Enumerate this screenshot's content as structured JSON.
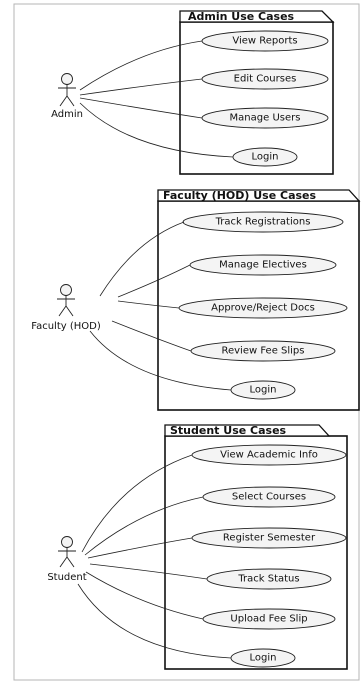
{
  "packages": [
    {
      "title": "Admin Use Cases",
      "actor": "Admin",
      "use_cases": [
        "View Reports",
        "Edit Courses",
        "Manage Users",
        "Login"
      ]
    },
    {
      "title": "Faculty (HOD) Use Cases",
      "actor": "Faculty (HOD)",
      "use_cases": [
        "Track Registrations",
        "Manage Electives",
        "Approve/Reject Docs",
        "Review Fee Slips",
        "Login"
      ]
    },
    {
      "title": "Student Use Cases",
      "actor": "Student",
      "use_cases": [
        "View Academic Info",
        "Select Courses",
        "Register Semester",
        "Track Status",
        "Upload Fee Slip",
        "Login"
      ]
    }
  ]
}
